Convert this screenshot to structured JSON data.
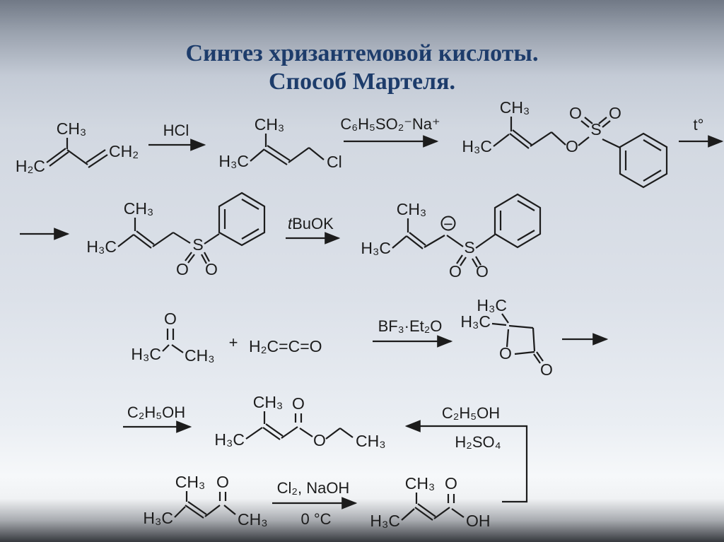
{
  "slide": {
    "title_line1": "Синтез хризантемовой кислоты.",
    "title_line2": "Способ Мартеля."
  },
  "colors": {
    "title_text": "#1d3c6b",
    "structure_lines": "#1c1c1c",
    "background_top": "#717986",
    "background_middle": "#d9dee7",
    "background_bottom": "#36393e"
  },
  "reagents": {
    "step1": "HCl",
    "step2": "C₆H₅SO₂⁻Na⁺",
    "step3": "t°",
    "step4_prefix": "t",
    "step4_rest": "BuOK",
    "step5": "BF₃·Et₂O",
    "step6": "C₂H₅OH",
    "step7_top": "C₂H₅OH",
    "step7_bottom": "H₂SO₄",
    "step8_top": "Cl₂, NaOH",
    "step8_bottom": "0 °C"
  },
  "scheme": {
    "plus": "+",
    "ketene": "H₂C=C=O"
  },
  "molecules": {
    "isoprene": {
      "ch3": "CH₃",
      "h2c": "H₂C",
      "ch2": "CH₂"
    },
    "prenyl_chloride": {
      "ch3": "CH₃",
      "h3c": "H₃C",
      "cl": "Cl"
    },
    "prenyl_benzenesulfonate": {
      "ch3": "CH₃",
      "h3c": "H₃C",
      "o_bridge": "O",
      "s": "S",
      "o_left": "O",
      "o_right": "O"
    },
    "prenyl_phenyl_sulfone": {
      "ch3": "CH₃",
      "h3c": "H₃C",
      "s": "S",
      "o_left": "O",
      "o_right": "O"
    },
    "sulfone_carbanion": {
      "ch3": "CH₃",
      "h3c": "H₃C",
      "charge": "−",
      "s": "S",
      "o_left": "O",
      "o_right": "O"
    },
    "acetone": {
      "o": "O",
      "h3c": "H₃C",
      "ch3": "CH₃"
    },
    "beta_lactone": {
      "h3c_top": "H₃C",
      "h3c_left": "H₃C",
      "o_ring": "O",
      "o_exo": "O"
    },
    "ethyl_senecioate": {
      "ch3_top": "CH₃",
      "o_carbonyl": "O",
      "h3c": "H₃C",
      "o_ester": "O",
      "ch3_ethyl": "CH₃"
    },
    "mesityl_oxide": {
      "ch3_top": "CH₃",
      "o": "O",
      "h3c": "H₃C",
      "ch3_acyl": "CH₃"
    },
    "senecioic_acid": {
      "ch3_top": "CH₃",
      "o": "O",
      "h3c": "H₃C",
      "oh": "OH"
    }
  }
}
